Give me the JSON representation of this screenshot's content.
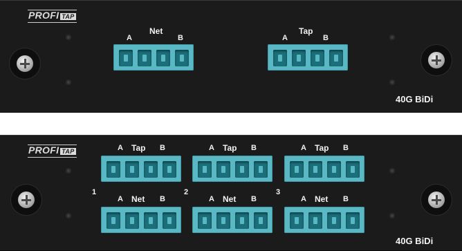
{
  "top_panel": {
    "brand": {
      "main": "PROFI",
      "suffix": "TAP"
    },
    "net_group": {
      "label": "Net",
      "a": "A",
      "b": "B"
    },
    "tap_group": {
      "label": "Tap",
      "a": "A",
      "b": "B"
    },
    "model": "40G BiDi",
    "icons": {
      "thumbscrew": "thumbscrew-icon",
      "screw": "screw-icon"
    },
    "colors": {
      "panel": "#1b1b1b",
      "connector": "#5ab8c4"
    }
  },
  "bottom_panel": {
    "brand": {
      "main": "PROFI",
      "suffix": "TAP"
    },
    "channels": [
      {
        "number": "1",
        "tap": {
          "label": "Tap",
          "a": "A",
          "b": "B"
        },
        "net": {
          "label": "Net",
          "a": "A",
          "b": "B"
        }
      },
      {
        "number": "2",
        "tap": {
          "label": "Tap",
          "a": "A",
          "b": "B"
        },
        "net": {
          "label": "Net",
          "a": "A",
          "b": "B"
        }
      },
      {
        "number": "3",
        "tap": {
          "label": "Tap",
          "a": "A",
          "b": "B"
        },
        "net": {
          "label": "Net",
          "a": "A",
          "b": "B"
        }
      }
    ],
    "model": "40G BiDi"
  }
}
